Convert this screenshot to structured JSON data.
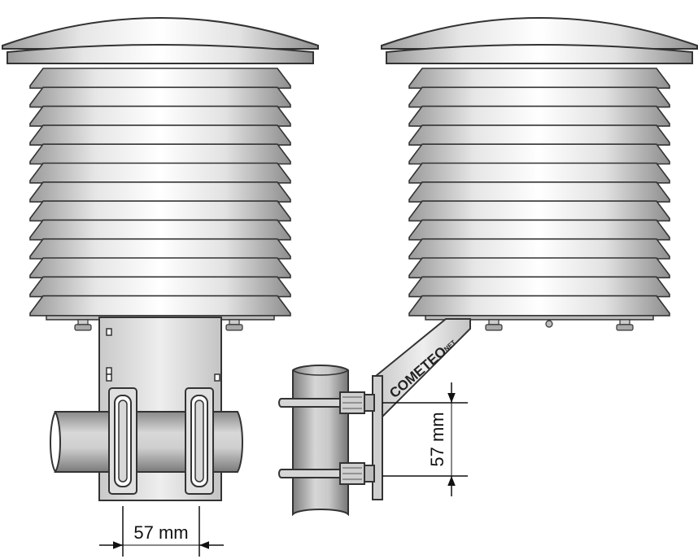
{
  "dimensions": {
    "bottom_label": "57 mm",
    "side_label": "57 mm"
  },
  "logo": {
    "brand_text": "COMETEO",
    "suffix_text": "NET"
  }
}
